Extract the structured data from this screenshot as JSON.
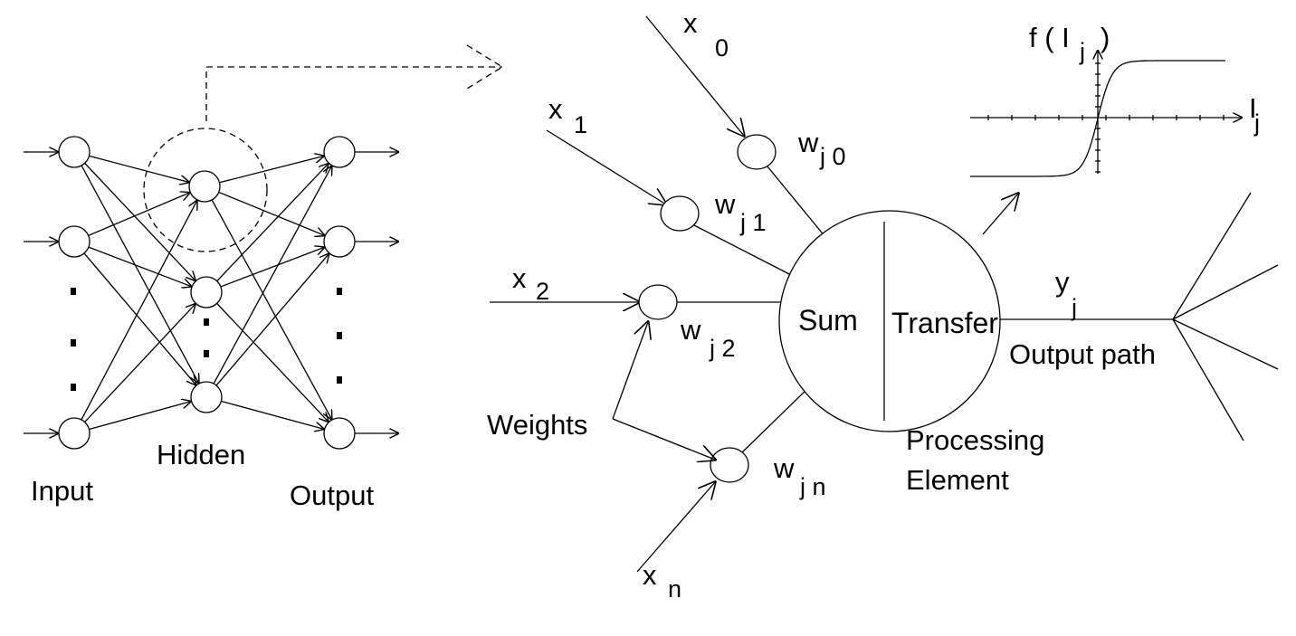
{
  "network": {
    "input_label": "Input",
    "hidden_label": "Hidden",
    "output_label": "Output"
  },
  "neuron": {
    "inputs": [
      {
        "x": "x",
        "sub": "0"
      },
      {
        "x": "x",
        "sub": "1"
      },
      {
        "x": "x",
        "sub": "2"
      },
      {
        "x": "x",
        "sub": "n"
      }
    ],
    "weights": [
      {
        "w": "w",
        "sub": "j 0"
      },
      {
        "w": "w",
        "sub": "j 1"
      },
      {
        "w": "w",
        "sub": "j 2"
      },
      {
        "w": "w",
        "sub": "j n"
      }
    ],
    "weights_label": "Weights",
    "sum_label": "Sum",
    "transfer_label": "Transfer",
    "processing_label_line1": "Processing",
    "processing_label_line2": "Element",
    "output": {
      "y": "y",
      "sub": "j"
    },
    "output_path_label": "Output path"
  },
  "transfer_plot": {
    "ylabel_prefix": "f ( I",
    "ylabel_sub": "j",
    "ylabel_suffix": ")",
    "xlabel": "I",
    "xlabel_sub": "j",
    "curve": "sigmoid"
  },
  "colors": {
    "stroke": "#000000",
    "background": "#ffffff"
  }
}
